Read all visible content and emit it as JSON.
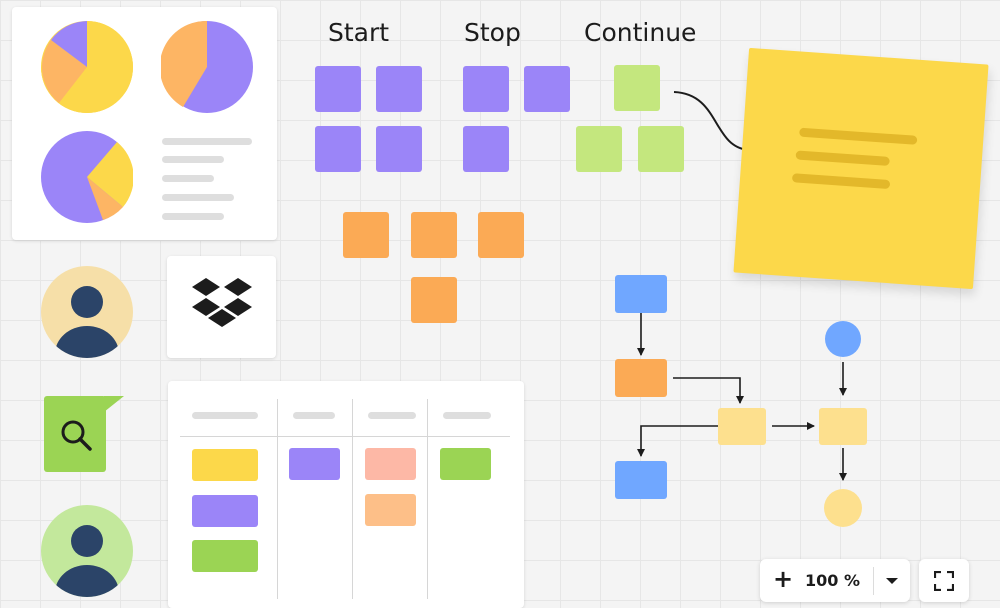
{
  "board": {
    "columns": {
      "start": "Start",
      "stop": "Stop",
      "continue": "Continue"
    }
  },
  "colors": {
    "purple": "#9b85f8",
    "green": "#c4e77e",
    "orange": "#fbaa55",
    "yellow": "#fcd84a",
    "blue": "#70a7ff",
    "light_yellow": "#fde08e",
    "pink": "#fdb8a6",
    "dark_green": "#9bd454",
    "navy": "#2b4468"
  },
  "sticky_note": {
    "icon": "text-lines-icon"
  },
  "apps": {
    "dropbox": "dropbox-logo-icon",
    "search": "search-icon"
  },
  "zoom": {
    "in_label": "+",
    "level": "100 %",
    "menu_icon": "chevron-down-icon",
    "fullscreen_icon": "fullscreen-icon"
  }
}
